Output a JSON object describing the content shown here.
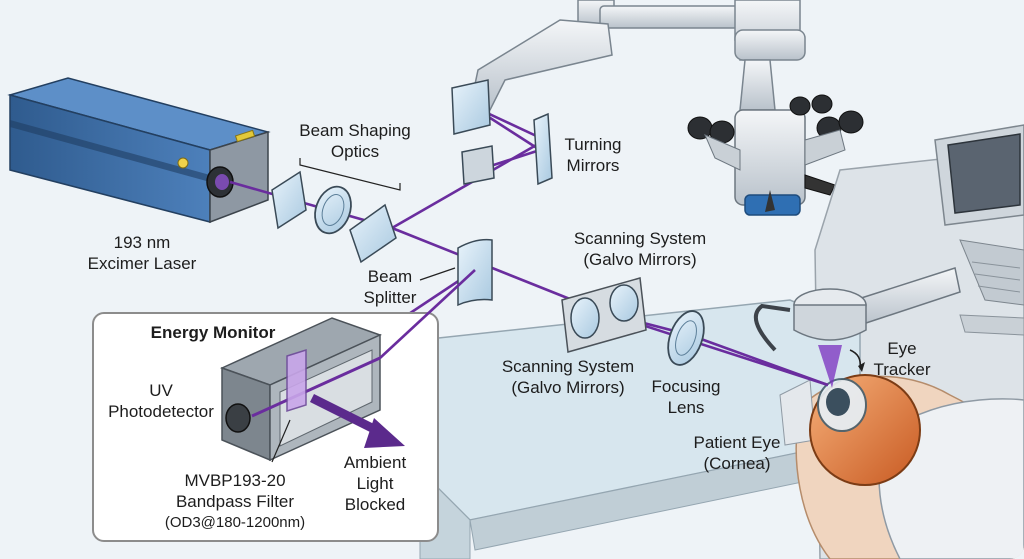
{
  "labels": {
    "laser": [
      "193 nm",
      "Excimer Laser"
    ],
    "beam_shaping": [
      "Beam Shaping",
      "Optics"
    ],
    "turning_mirrors": [
      "Turning",
      "Mirrors"
    ],
    "beam_splitter": [
      "Beam",
      "Splitter"
    ],
    "scanning_top": [
      "Scanning System",
      "(Galvo Mirrors)"
    ],
    "scanning_bottom": [
      "Scanning System",
      "(Galvo Mirrors)"
    ],
    "focusing_lens": [
      "Focusing",
      "Lens"
    ],
    "eye_tracker": [
      "Eye",
      "Tracker"
    ],
    "patient_eye": [
      "Patient Eye",
      "(Cornea)"
    ],
    "energy_monitor_title": "Energy Monitor",
    "uv_photodetector": [
      "UV",
      "Photodetector"
    ],
    "bandpass_filter": [
      "MVBP193-20",
      "Bandpass Filter",
      "(OD3@180-1200nm)"
    ],
    "ambient_light": [
      "Ambient",
      "Light",
      "Blocked"
    ]
  },
  "colors": {
    "beam": "#6a2d9e",
    "laser_body": "#3f6fa8",
    "background": "#eef3f7",
    "glass": "#cfe4f2"
  }
}
